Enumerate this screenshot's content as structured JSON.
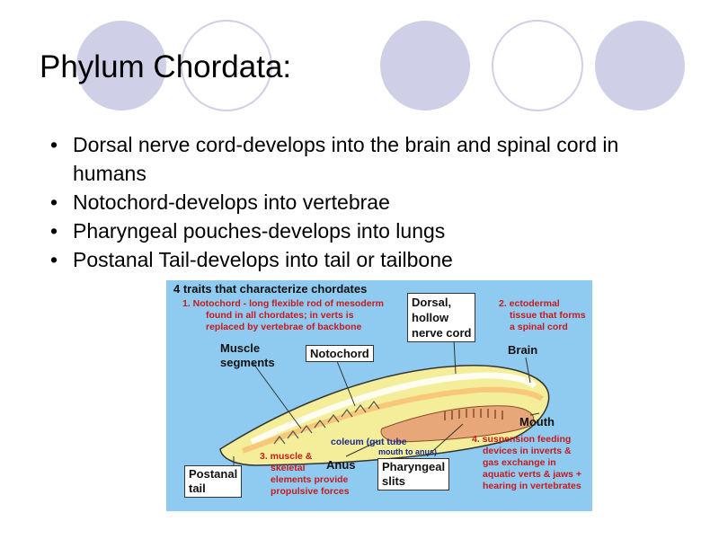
{
  "slide": {
    "title": "Phylum Chordata:",
    "bullets": [
      "Dorsal nerve cord-develops into the brain and spinal cord in humans",
      "Notochord-develops into vertebrae",
      "Pharyngeal pouches-develops into lungs",
      "Postanal Tail-develops into tail or tailbone"
    ],
    "bullet_glyph": "•"
  },
  "diagram": {
    "heading": "4 traits that characterize chordates",
    "note1": [
      "1. Notochord - long flexible rod of mesoderm",
      "found in all chordates; in verts is",
      "replaced by vertebrae of backbone"
    ],
    "dorsal_label": [
      "Dorsal,",
      "hollow",
      "nerve cord"
    ],
    "note2": [
      "2. ectodermal",
      "tissue that forms",
      "a spinal cord"
    ],
    "brain_label": "Brain",
    "muscle_label": [
      "Muscle",
      "segments"
    ],
    "notochord_label": "Notochord",
    "mouth_label": "Mouth",
    "coleum_label": "coleum (gut tube",
    "coleum_sub": "mouth to anus)",
    "note3": [
      "3. muscle &",
      "skeletal",
      "elements provide",
      "propulsive forces"
    ],
    "anus_label": "Anus",
    "postanal_label": [
      "Postanal",
      "tail"
    ],
    "pharyngeal_label": [
      "Pharyngeal",
      "slits"
    ],
    "note4": [
      "4. suspension feeding",
      "devices in inverts &",
      "gas exchange in",
      "aquatic verts & jaws +",
      "hearing in vertebrates"
    ]
  },
  "colors": {
    "circle_fill": "#cfcfe8",
    "diagram_bg": "#8fcbf0",
    "note_red": "#c8191e",
    "body_yellow": "#f4ee9a",
    "gut_orange": "#e8a778"
  }
}
